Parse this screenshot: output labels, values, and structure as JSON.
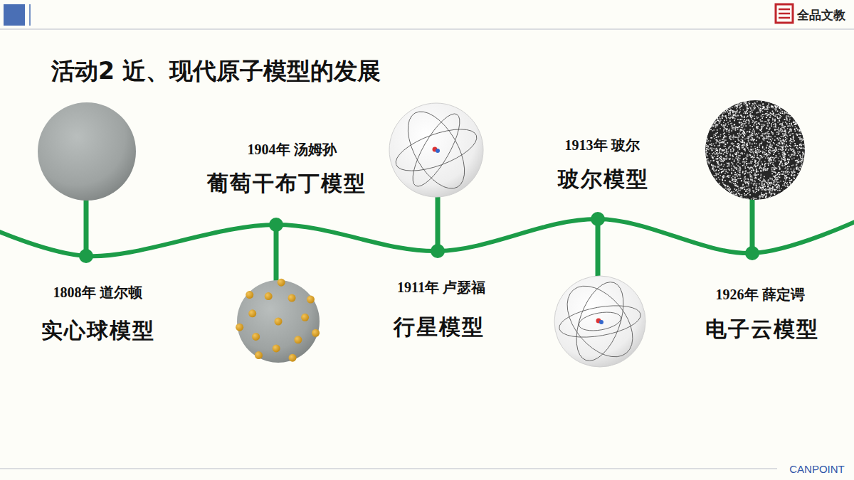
{
  "diagram": {
    "title": "活动2 近、现代原子模型的发展",
    "labels": [
      "1808年 道尔顿",
      "实心球模型",
      "1904年 汤姆孙",
      "葡萄干布丁模型",
      "1911年 卢瑟福",
      "行星模型",
      "1913年 玻尔",
      "玻尔模型",
      "1926年 薛定谔",
      "电子云模型",
      "全品文教",
      "CANPOINT"
    ]
  }
}
